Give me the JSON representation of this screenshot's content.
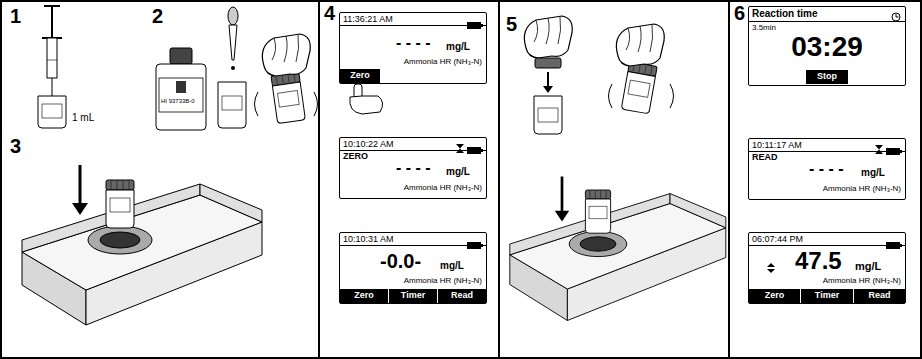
{
  "diagram": {
    "nodes": [
      {
        "text": [
          "1",
          "2",
          "3"
        ]
      },
      {
        "text": [
          "4"
        ]
      },
      {
        "text": [
          "11:36:21 AM",
          "- - - -",
          "mg/L",
          "Ammonia HR (NH₃-N)"
        ],
        "in": 1
      },
      {
        "text": [
          "Zero"
        ],
        "in": 2
      },
      {
        "text": [
          "10:10:22 AM",
          "ZERO",
          "- - - -",
          "mg/L",
          "Ammonia HR (NH₃-N)"
        ],
        "in": 1
      },
      {
        "text": [
          "10:10:31 AM",
          "-0.0-",
          "mg/L",
          "Ammonia HR (NH₃-N)"
        ],
        "in": 1
      },
      {
        "text": [
          "Zero"
        ],
        "in": 5
      },
      {
        "text": [
          "Timer"
        ],
        "in": 5
      },
      {
        "text": [
          "Read"
        ],
        "in": 5
      },
      {
        "text": [
          "5"
        ]
      },
      {
        "text": [
          "6"
        ]
      },
      {
        "text": [
          "Reaction time",
          "3.5min",
          "03:29"
        ],
        "in": 10
      },
      {
        "text": [
          "Stop"
        ],
        "in": 11
      },
      {
        "text": [
          "10:11:17 AM",
          "READ",
          "- - - -",
          "mg/L",
          "Ammonia HR (NH₃-N)"
        ],
        "in": 10
      },
      {
        "text": [
          "06:07:44 PM",
          "47.5",
          "mg/L",
          "Ammonia HR (NH₃-N)"
        ],
        "in": 10
      },
      {
        "text": [
          "Zero"
        ],
        "in": 14
      },
      {
        "text": [
          "Timer"
        ],
        "in": 14
      },
      {
        "text": [
          "Read"
        ],
        "in": 14
      }
    ],
    "labels": [
      "1 mL",
      "HI 93733B-0"
    ]
  }
}
